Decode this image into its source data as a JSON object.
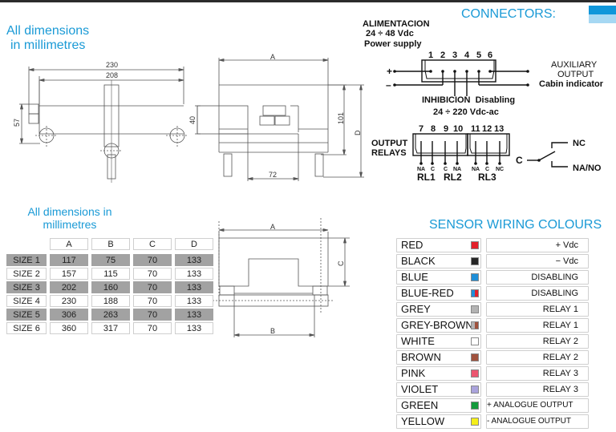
{
  "header": {
    "accent_color_dark": "#0f96da",
    "accent_color_light": "#a6d8f3",
    "title_color": "#1a9ad6"
  },
  "dimensions_note_top": {
    "line1": "All dimensions",
    "line2": "in millimetres"
  },
  "side_view": {
    "overall_length": "230",
    "inner_length": "208",
    "height": "57"
  },
  "front_view": {
    "width_label": "A",
    "block_height": "40",
    "body_height": "101",
    "total_height_label": "D",
    "bottom_width": "72"
  },
  "connectors": {
    "title": "CONNECTORS:",
    "power": {
      "line1": "ALIMENTACION",
      "line2": "24 ÷ 48 Vdc",
      "line3": "Power supply"
    },
    "terminal_numbers_top": [
      "1",
      "2",
      "3",
      "4",
      "5",
      "6"
    ],
    "plus": "+",
    "minus": "–",
    "auxiliary": {
      "line1": "AUXILIARY",
      "line2": "OUTPUT",
      "line3": "Cabin indicator"
    },
    "inhibition": {
      "line1": "INHIBICION  Disabling",
      "line2": "24 ÷ 220 Vdc-ac"
    },
    "output_relays": {
      "line1": "OUTPUT",
      "line2": "RELAYS"
    },
    "terminal_numbers_relays": [
      "7",
      "8",
      "9",
      "10",
      "11",
      "12",
      "13"
    ],
    "relay_pin_labels": [
      "NA",
      "C",
      "C",
      "NA",
      "NA",
      "C",
      "NC"
    ],
    "relay_names": [
      "RL1",
      "RL2",
      "RL3"
    ],
    "switch": {
      "common": "C",
      "nc": "NC",
      "na": "NA/NO"
    }
  },
  "dimensions_note_table": {
    "line1": "All dimensions in",
    "line2": "millimetres"
  },
  "size_table": {
    "columns": [
      "A",
      "B",
      "C",
      "D"
    ],
    "rows": [
      {
        "size": "SIZE 1",
        "values": [
          "117",
          "75",
          "70",
          "133"
        ]
      },
      {
        "size": "SIZE 2",
        "values": [
          "157",
          "115",
          "70",
          "133"
        ]
      },
      {
        "size": "SIZE 3",
        "values": [
          "202",
          "160",
          "70",
          "133"
        ]
      },
      {
        "size": "SIZE 4",
        "values": [
          "230",
          "188",
          "70",
          "133"
        ]
      },
      {
        "size": "SIZE 5",
        "values": [
          "306",
          "263",
          "70",
          "133"
        ]
      },
      {
        "size": "SIZE 6",
        "values": [
          "360",
          "317",
          "70",
          "133"
        ]
      }
    ]
  },
  "top_view": {
    "width_label": "A",
    "height_label": "C",
    "inner_label": "B"
  },
  "sensor_wiring": {
    "title": "SENSOR WIRING COLOURS",
    "rows": [
      {
        "name": "RED",
        "colors": [
          "#e3202a"
        ],
        "function": "+ Vdc"
      },
      {
        "name": "BLACK",
        "colors": [
          "#262626"
        ],
        "function": "− Vdc"
      },
      {
        "name": "BLUE",
        "colors": [
          "#1f8fd8"
        ],
        "function": "DISABLING"
      },
      {
        "name": "BLUE-RED",
        "colors": [
          "#1f8fd8",
          "#e3202a"
        ],
        "function": "DISABLING"
      },
      {
        "name": "GREY",
        "colors": [
          "#b3b3b3"
        ],
        "function": "RELAY 1"
      },
      {
        "name": "GREY-BROWN",
        "colors": [
          "#b3b3b3",
          "#a0523d"
        ],
        "function": "RELAY 1"
      },
      {
        "name": "WHITE",
        "colors": [
          "#ffffff"
        ],
        "function": "RELAY 2"
      },
      {
        "name": "BROWN",
        "colors": [
          "#a0523d"
        ],
        "function": "RELAY 2"
      },
      {
        "name": "PINK",
        "colors": [
          "#ec5670"
        ],
        "function": "RELAY 3"
      },
      {
        "name": "VIOLET",
        "colors": [
          "#aaa3dc"
        ],
        "function": "RELAY 3"
      },
      {
        "name": "GREEN",
        "colors": [
          "#149a3c"
        ],
        "function": "+ ANALOGUE OUTPUT"
      },
      {
        "name": "YELLOW",
        "colors": [
          "#f4ee1a"
        ],
        "function": "- ANALOGUE OUTPUT"
      }
    ]
  }
}
